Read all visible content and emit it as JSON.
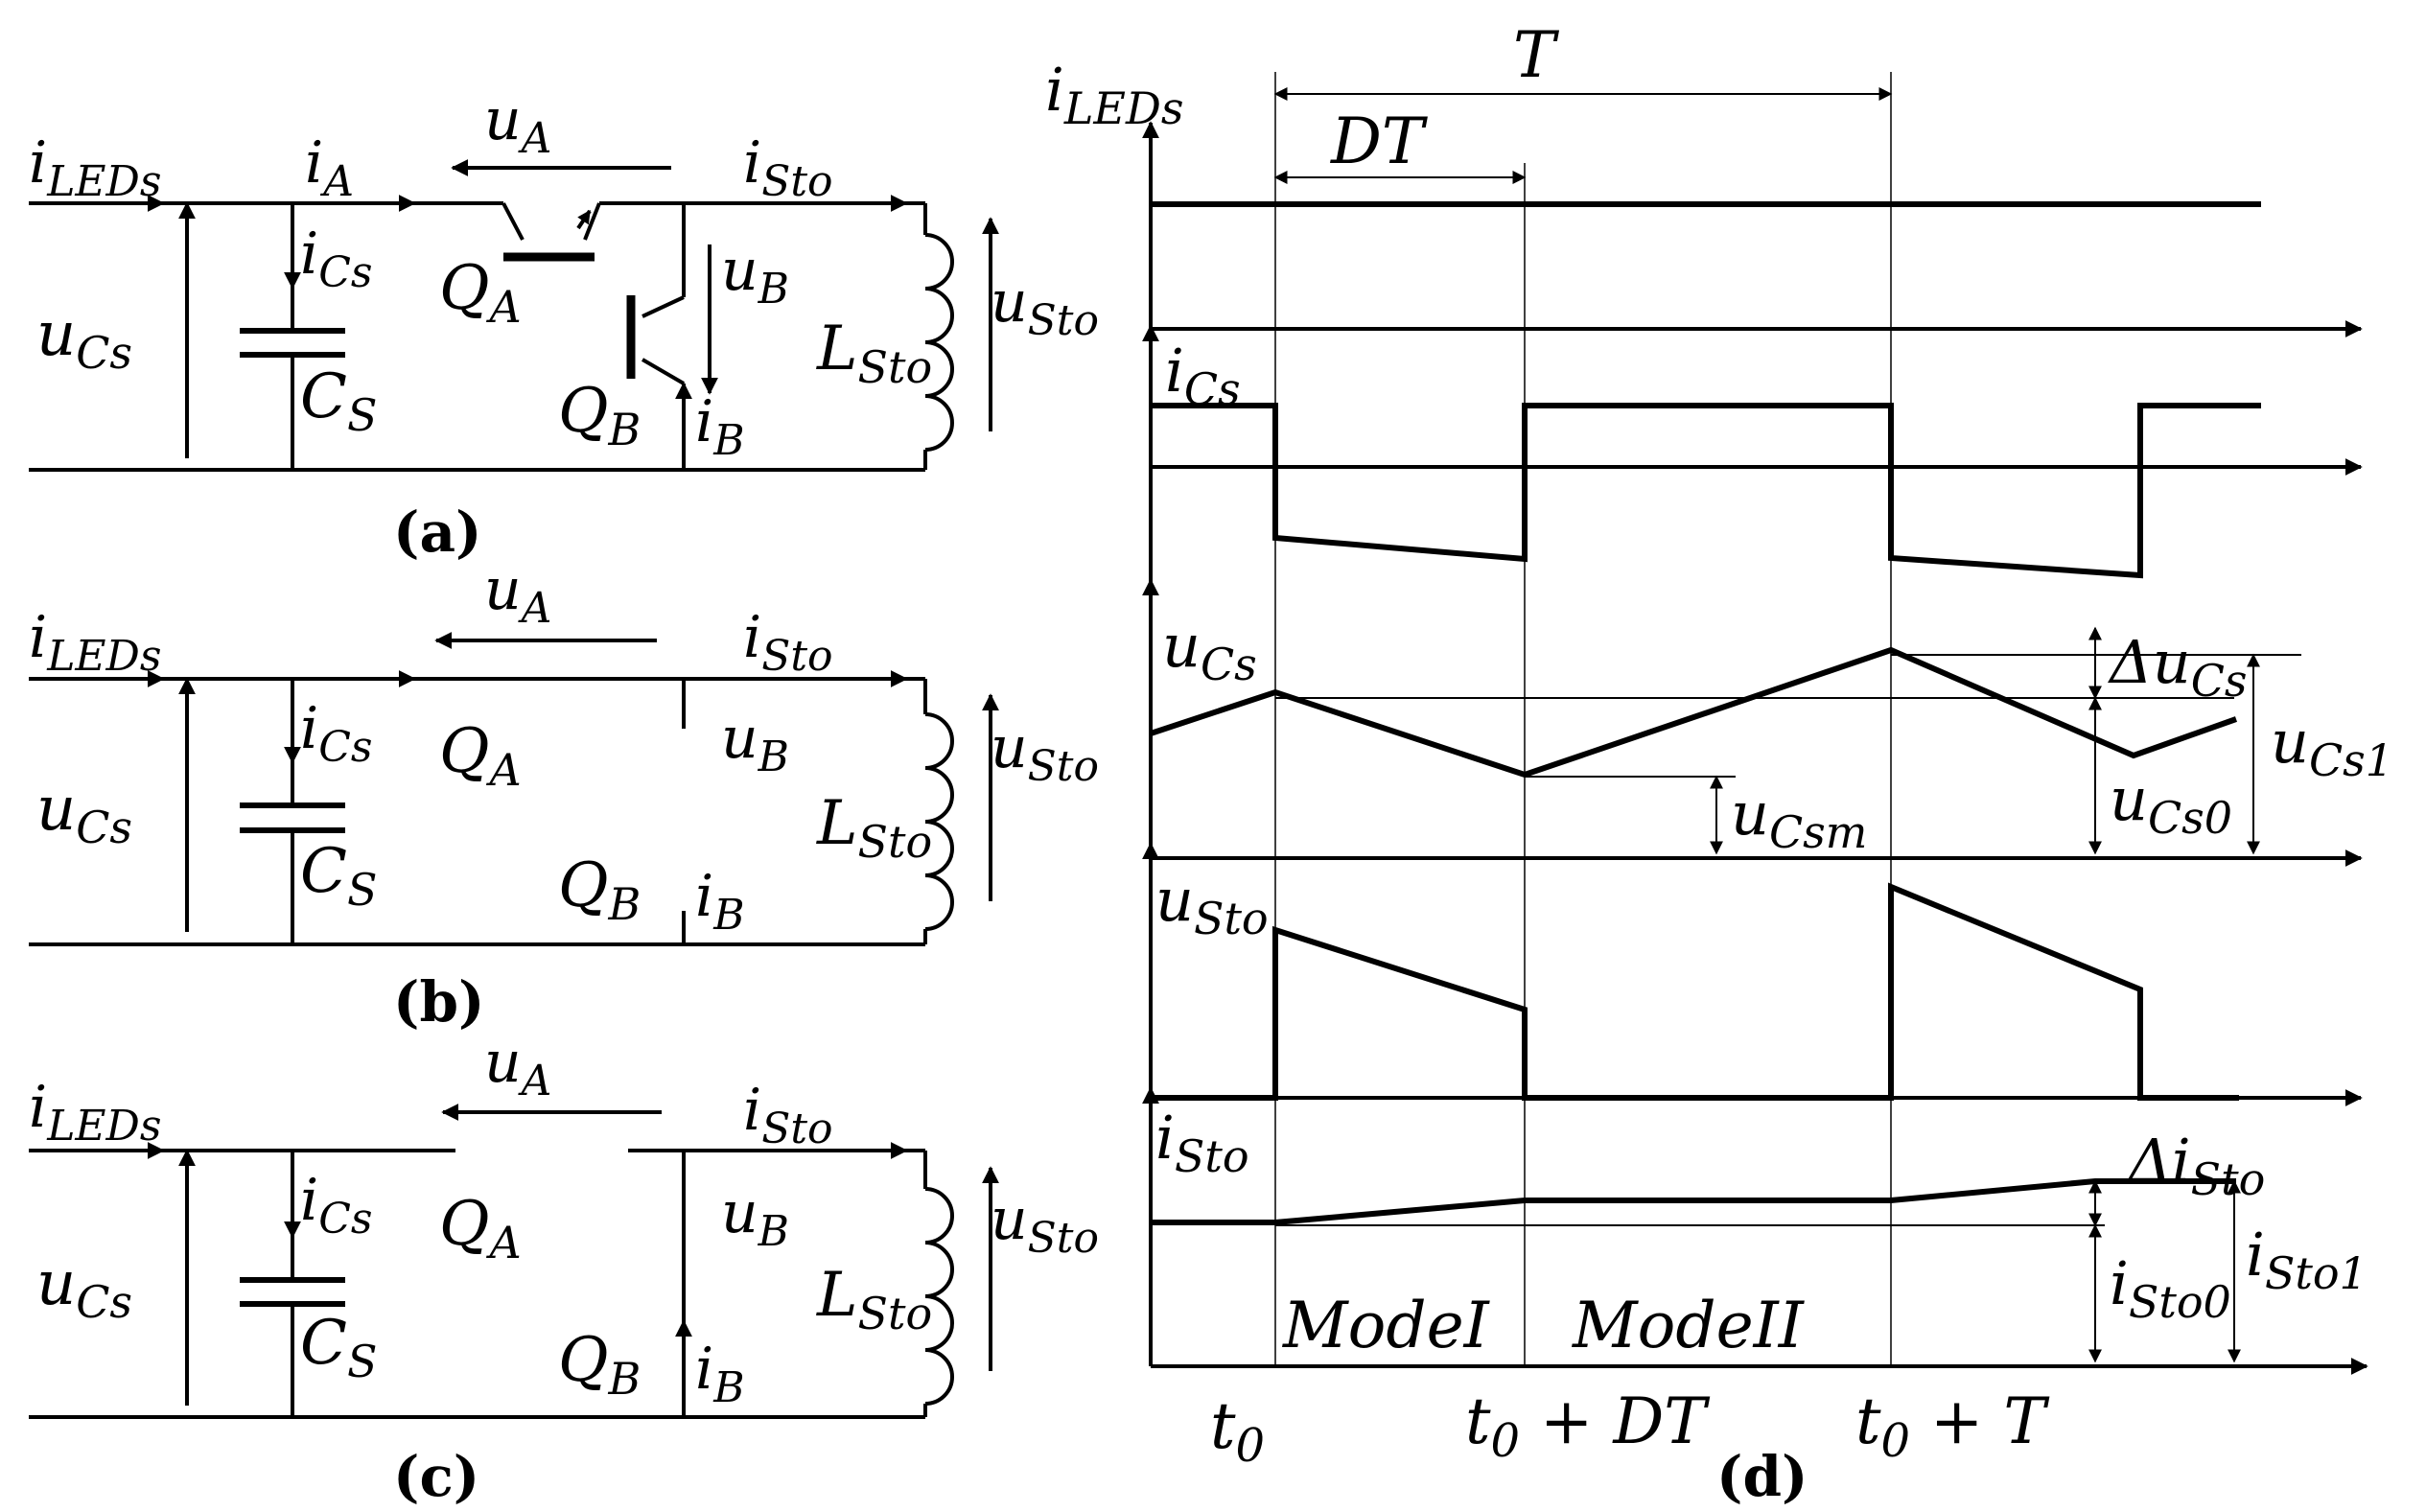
{
  "circuit_labels": {
    "i_leds": "i",
    "i_leds_sub": "LEDs",
    "i_a": "i",
    "i_a_sub": "A",
    "u_a": "u",
    "u_a_sub": "A",
    "i_sto": "i",
    "i_sto_sub": "Sto",
    "u_cs": "u",
    "u_cs_sub": "Cs",
    "i_cs": "i",
    "i_cs_sub": "Cs",
    "c_s": "C",
    "c_s_sub": "S",
    "q_a": "Q",
    "q_a_sub": "A",
    "q_b": "Q",
    "q_b_sub": "B",
    "u_b": "u",
    "u_b_sub": "B",
    "i_b": "i",
    "i_b_sub": "B",
    "l_sto": "L",
    "l_sto_sub": "Sto",
    "u_sto": "u",
    "u_sto_sub": "Sto"
  },
  "panel_labels": {
    "a": "(a)",
    "b": "(b)",
    "c": "(c)",
    "d": "(d)"
  },
  "waveform_labels": {
    "period": "T",
    "duty": "DT",
    "i_leds": "i",
    "i_leds_sub": "LEDs",
    "i_cs": "i",
    "i_cs_sub": "Cs",
    "u_cs": "u",
    "u_cs_sub": "Cs",
    "delta_u_cs": "Δu",
    "delta_u_cs_sub": "Cs",
    "u_cs1": "u",
    "u_cs1_sub": "Cs1",
    "u_csm": "u",
    "u_csm_sub": "Csm",
    "u_cs0": "u",
    "u_cs0_sub": "Cs0",
    "u_sto": "u",
    "u_sto_sub": "Sto",
    "i_sto": "i",
    "i_sto_sub": "Sto",
    "delta_i_sto": "Δi",
    "delta_i_sto_sub": "Sto",
    "i_sto1": "i",
    "i_sto1_sub": "Sto1",
    "i_sto0": "i",
    "i_sto0_sub": "Sto0",
    "mode1": "ModeI",
    "mode2": "ModeII",
    "t0": "t",
    "t0_sub": "0",
    "t0_dt_pre": "t",
    "t0_dt_sub": "0",
    "t0_dt_post": " + DT",
    "t0_t_pre": "t",
    "t0_t_sub": "0",
    "t0_t_post": " + T"
  }
}
